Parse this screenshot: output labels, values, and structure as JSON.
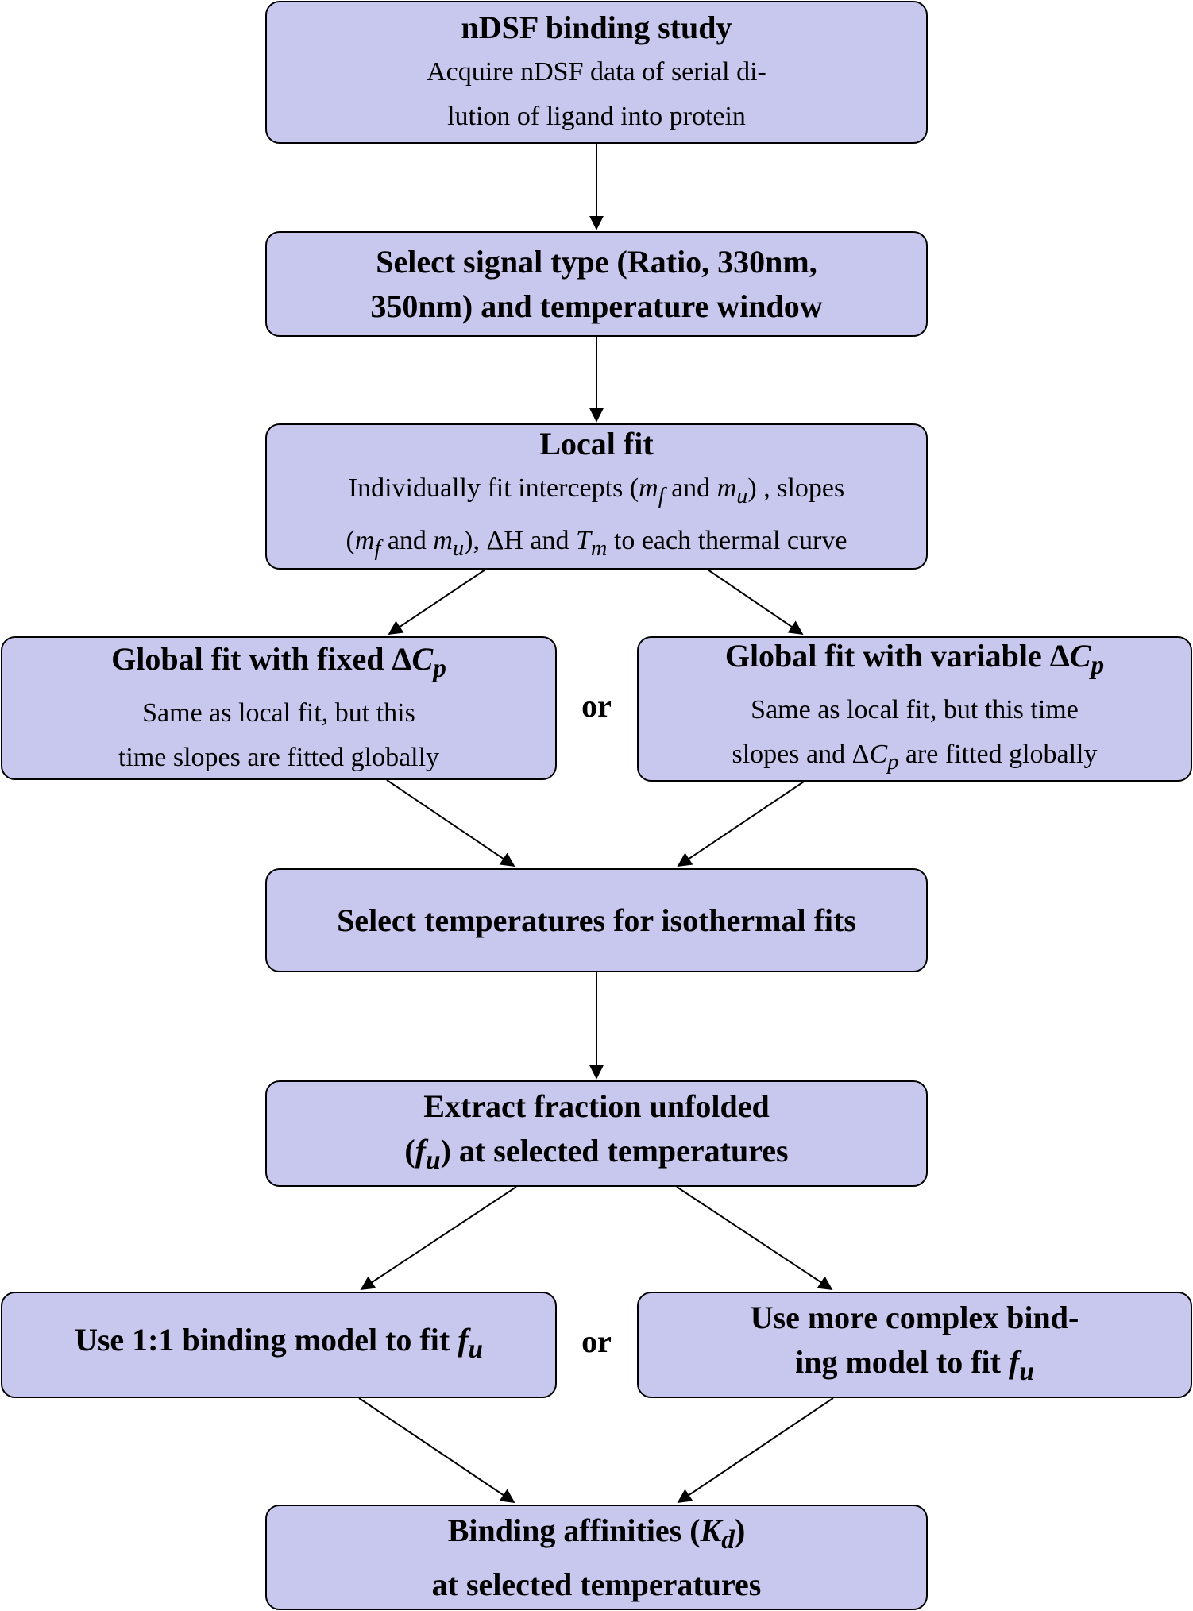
{
  "nodes": {
    "n1": {
      "title": "nDSF binding study",
      "line1": "Acquire nDSF data of serial di-",
      "line2": "lution of ligand into protein"
    },
    "n2": {
      "line1": "Select signal type (Ratio, 330nm,",
      "line2": "350nm) and temperature window"
    },
    "n3": {
      "title": "Local fit",
      "l1a": "Individually fit intercepts (",
      "l1b": "m",
      "l1c": "f",
      "l1d": " and ",
      "l1e": "m",
      "l1f": "u",
      "l1g": ") , slopes",
      "l2a": "(",
      "l2b": "m",
      "l2c": "f",
      "l2d": " and ",
      "l2e": "m",
      "l2f": "u",
      "l2g": "), ΔH and ",
      "l2h": "T",
      "l2i": "m",
      "l2j": " to each thermal curve"
    },
    "n4": {
      "title_a": "Global fit with fixed Δ",
      "title_b": "C",
      "title_c": "p",
      "line1": "Same as local fit, but this",
      "line2": "time slopes are fitted globally"
    },
    "n5": {
      "title_a": "Global fit with variable Δ",
      "title_b": "C",
      "title_c": "p",
      "line1": "Same as local fit, but this time",
      "line2a": "slopes and Δ",
      "line2b": "C",
      "line2c": "p",
      "line2d": " are fitted globally"
    },
    "n6": {
      "line1": "Select temperatures for isothermal fits"
    },
    "n7": {
      "line1": "Extract fraction unfolded",
      "line2a": "(",
      "line2b": "f",
      "line2c": "u",
      "line2d": ") at selected temperatures"
    },
    "n8": {
      "line1a": "Use 1:1 binding model to fit ",
      "line1b": "f",
      "line1c": "u"
    },
    "n9": {
      "line1": "Use more complex bind-",
      "line2a": "ing model to fit ",
      "line2b": "f",
      "line2c": "u"
    },
    "n10": {
      "line1a": "Binding affinities (",
      "line1b": "K",
      "line1c": "d",
      "line1d": ")",
      "line2": "at selected temperatures"
    }
  },
  "connectors": {
    "or1": "or",
    "or2": "or"
  },
  "colors": {
    "box_fill": "#c8c8ee",
    "stroke": "#000000"
  }
}
